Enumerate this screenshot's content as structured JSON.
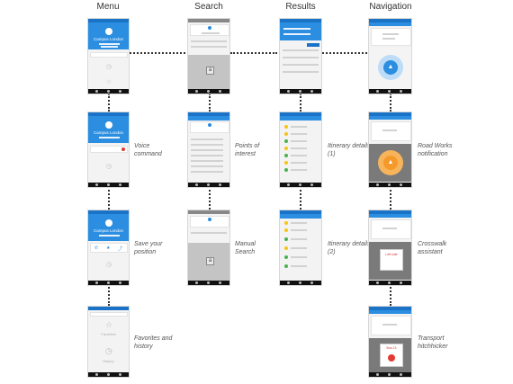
{
  "columns": {
    "menu": "Menu",
    "search": "Search",
    "results": "Results",
    "navigation": "Navigation"
  },
  "side_labels": {
    "voice": "Voice command",
    "save": "Save your position",
    "fav": "Favorites and history",
    "poi": "Points of interest",
    "manual": "Manual Search",
    "itin1": "Itinerary details (1)",
    "itin2": "Itinerary details (2)",
    "roadworks": "Road Works notification",
    "crosswalk": "Crosswalk assistant",
    "transport": "Transport hitchhicker"
  },
  "screens": {
    "campus_title": "Campus London",
    "favorites": "Favorites",
    "history": "History",
    "key_a": "a",
    "left_side": "Left side",
    "bus": "Bus 13"
  },
  "colors": {
    "accent": "#2b8ee0",
    "nav_orange": "#f59a2a",
    "yellow_dot": "#f5c518",
    "green_dot": "#4cb050"
  }
}
